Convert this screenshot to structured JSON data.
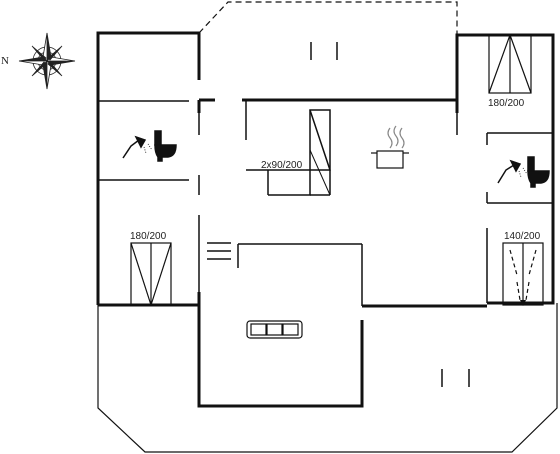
{
  "compass": {
    "north_label": "N",
    "icon": "compass-rose-icon"
  },
  "rooms": [
    {
      "id": "bedroom-top-right",
      "bed_label": "180/200",
      "icon": "double-bed-icon"
    },
    {
      "id": "bedroom-left",
      "bed_label": "180/200",
      "icon": "double-bed-icon"
    },
    {
      "id": "bedroom-right",
      "bed_label": "140/200",
      "icon": "double-bed-icon"
    },
    {
      "id": "bunk-room",
      "bed_label": "2x90/200",
      "icon": "bunk-bed-icon"
    },
    {
      "id": "bathroom-left",
      "icon": "shower-toilet-icon"
    },
    {
      "id": "bathroom-right",
      "icon": "shower-toilet-icon"
    },
    {
      "id": "kitchen",
      "icon": "cooking-pot-icon"
    },
    {
      "id": "living-room",
      "icon": "sofa-icon"
    },
    {
      "id": "stairs",
      "icon": "stairs-icon"
    }
  ],
  "colors": {
    "wall": "#111111",
    "fixture": "#333333"
  }
}
